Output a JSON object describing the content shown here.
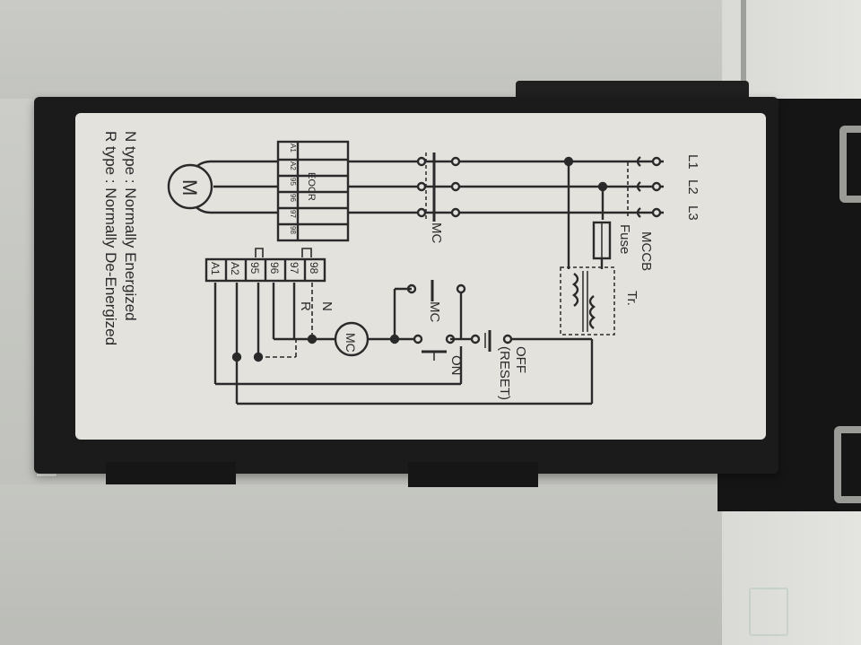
{
  "label": {
    "line_labels": [
      "L1",
      "L2",
      "L3"
    ],
    "mccb": "MCCB",
    "fuse": "Fuse",
    "transformer": "Tr.",
    "mc": "MC",
    "mc_coil": "MC",
    "eocr": "EOCR",
    "eocr_terminals": [
      "A1",
      "A2",
      "95",
      "96",
      "97",
      "98"
    ],
    "terminal_block": [
      "A1",
      "A2",
      "95",
      "96",
      "97",
      "98"
    ],
    "r_mark": "R",
    "n_mark": "N",
    "on_button": "ON",
    "off_button": "OFF",
    "reset": "(RESET)",
    "motor": "M",
    "legend_n": "N type : Normally Energized",
    "legend_r": "R type : Normally De-Energized"
  },
  "colors": {
    "device_body": "#1b1b1b",
    "label_background": "#e4e2dd",
    "ink": "#2a2a2a"
  }
}
